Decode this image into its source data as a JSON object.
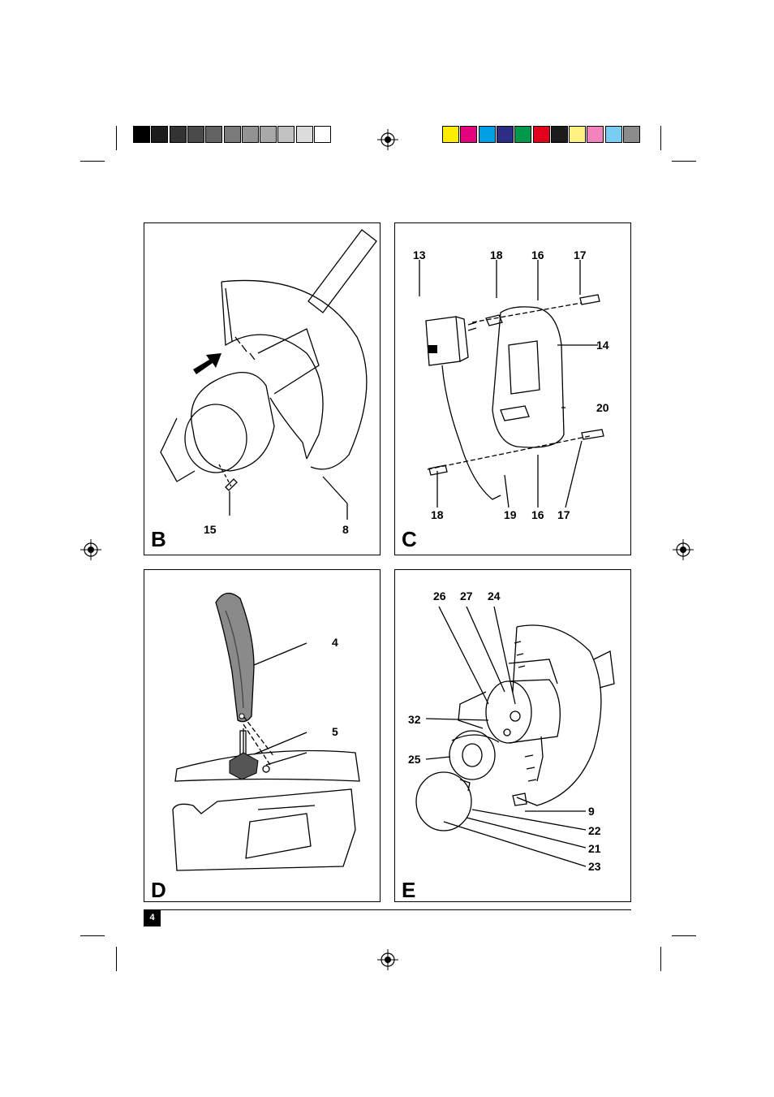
{
  "color_bar": {
    "grays": [
      "#000000",
      "#1c1c1c",
      "#333333",
      "#4a4a4a",
      "#636363",
      "#7a7a7a",
      "#939393",
      "#a9a9a9",
      "#c2c2c2",
      "#dcdcdc",
      "#ffffff"
    ],
    "process": [
      "#ffec00",
      "#e5007e",
      "#00a0e6",
      "#2c2e83",
      "#00994c",
      "#e2001a",
      "#1b1b1b",
      "#fff280",
      "#f084bd",
      "#79cdf3",
      "#8c8c8c"
    ]
  },
  "page_number": "4",
  "panels": {
    "B": {
      "label": "B",
      "callouts": {
        "n15": "15",
        "n8": "8"
      }
    },
    "C": {
      "label": "C",
      "callouts": {
        "n13": "13",
        "n18a": "18",
        "n16a": "16",
        "n17a": "17",
        "n14": "14",
        "n20": "20",
        "n18b": "18",
        "n19": "19",
        "n16b": "16",
        "n17b": "17"
      }
    },
    "D": {
      "label": "D",
      "callouts": {
        "n4": "4",
        "n5": "5"
      }
    },
    "E": {
      "label": "E",
      "callouts": {
        "n26": "26",
        "n27": "27",
        "n24": "24",
        "n32": "32",
        "n25": "25",
        "n9": "9",
        "n22": "22",
        "n21": "21",
        "n23": "23"
      }
    }
  }
}
